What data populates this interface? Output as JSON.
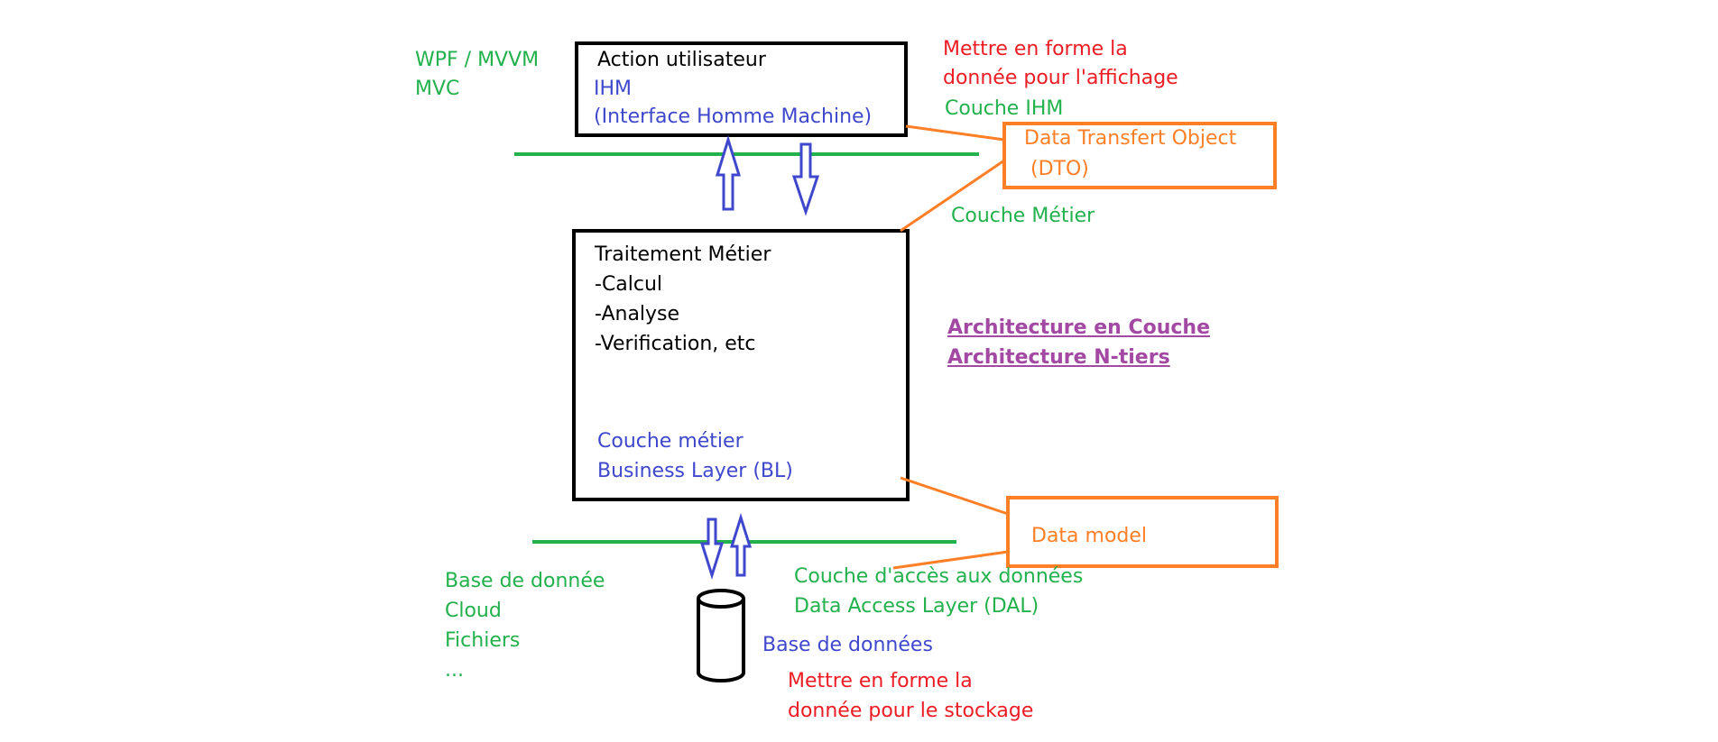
{
  "frameworks": [
    "WPF / MVVM",
    "MVC"
  ],
  "ihm_box": {
    "title": "Action utilisateur",
    "label": "IHM",
    "label_full": "(Interface Homme Machine)"
  },
  "display_note": [
    "Mettre en forme la",
    "donnée pour l'affichage"
  ],
  "layer_ihm": "Couche IHM",
  "dto_box": [
    "Data Transfert Object",
    "(DTO)"
  ],
  "layer_metier": "Couche Métier",
  "business_box": {
    "title": "Traitement Métier",
    "items": [
      "-Calcul",
      "-Analyse",
      "-Verification, etc"
    ],
    "layer_label": "Couche métier",
    "layer_label_en": "Business Layer (BL)"
  },
  "architecture": [
    "Architecture en Couche",
    "Architecture N-tiers"
  ],
  "data_model_box": "Data model",
  "storage_types": [
    "Base de donnée",
    "Cloud",
    "Fichiers",
    "..."
  ],
  "dal": [
    "Couche d'accès aux données",
    "Data Access Layer (DAL)"
  ],
  "database_label": "Base de données",
  "storage_note": [
    "Mettre en forme la",
    "donnée pour le stockage"
  ],
  "colors": {
    "black": "#000000",
    "blue": "#3f48cc",
    "green": "#22b14c",
    "red": "#ed1c24",
    "orange": "#ff7f27",
    "purple": "#a349a4"
  }
}
